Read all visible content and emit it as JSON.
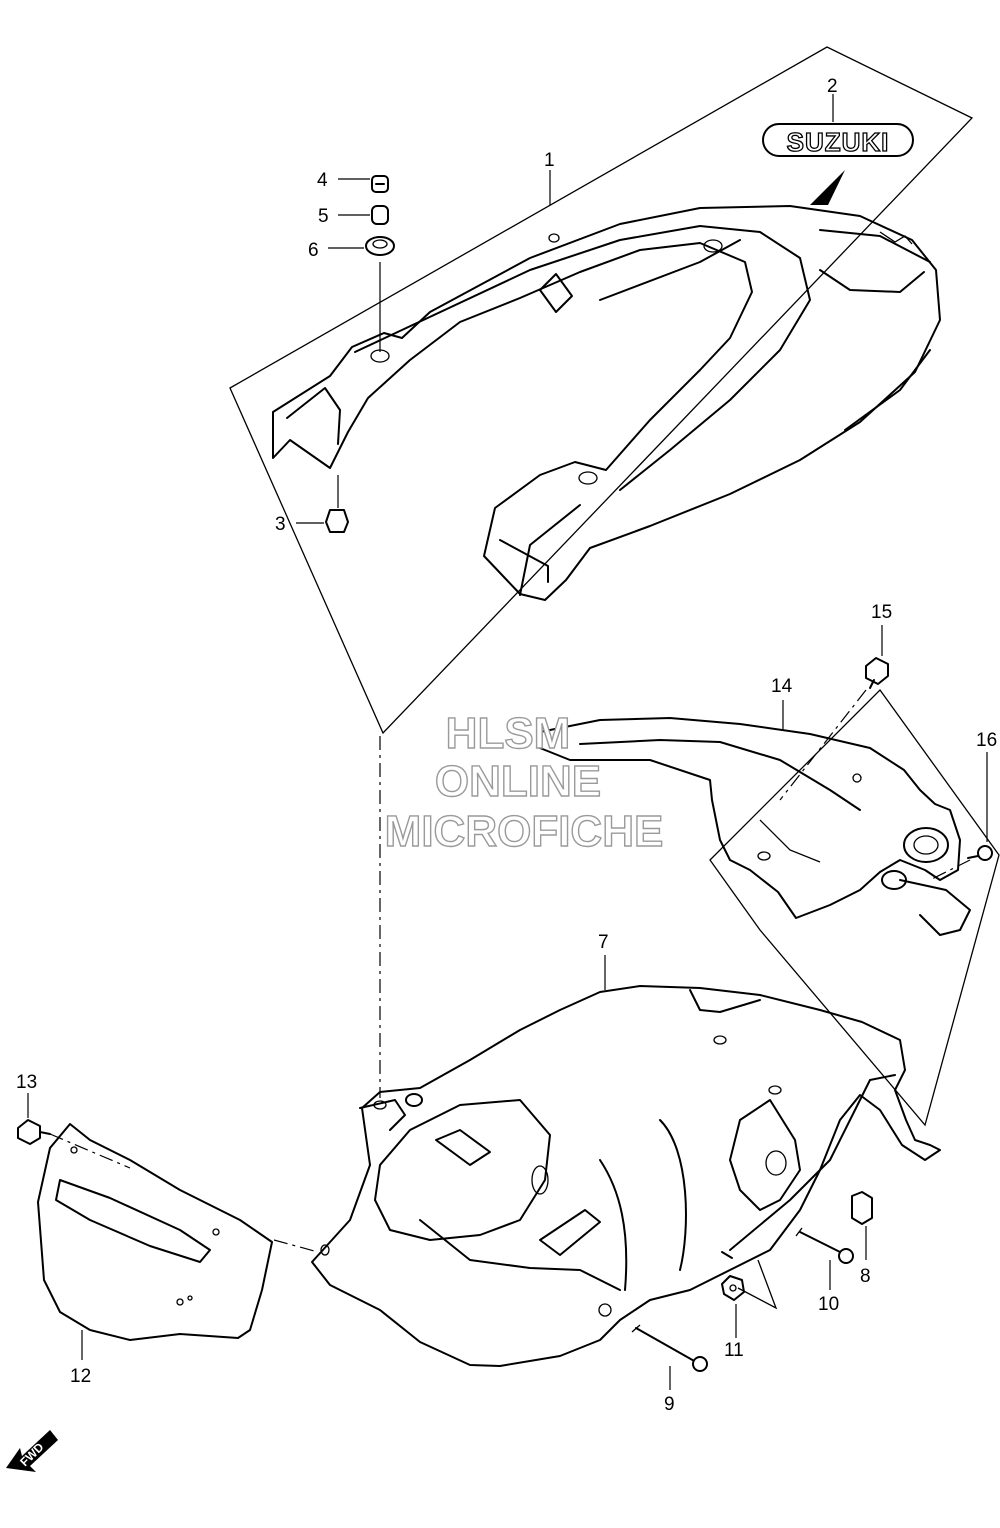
{
  "callouts": {
    "c1": "1",
    "c2": "2",
    "c3": "3",
    "c4": "4",
    "c5": "5",
    "c6": "6",
    "c7": "7",
    "c8": "8",
    "c9": "9",
    "c10": "10",
    "c11": "11",
    "c12": "12",
    "c13": "13",
    "c14": "14",
    "c15": "15",
    "c16": "16"
  },
  "emblem_text": "SUZUKI",
  "watermark": {
    "line1": "HLSM",
    "line2": "ONLINE",
    "line3": "MICROFICHE"
  },
  "direction_marker": "FWD"
}
